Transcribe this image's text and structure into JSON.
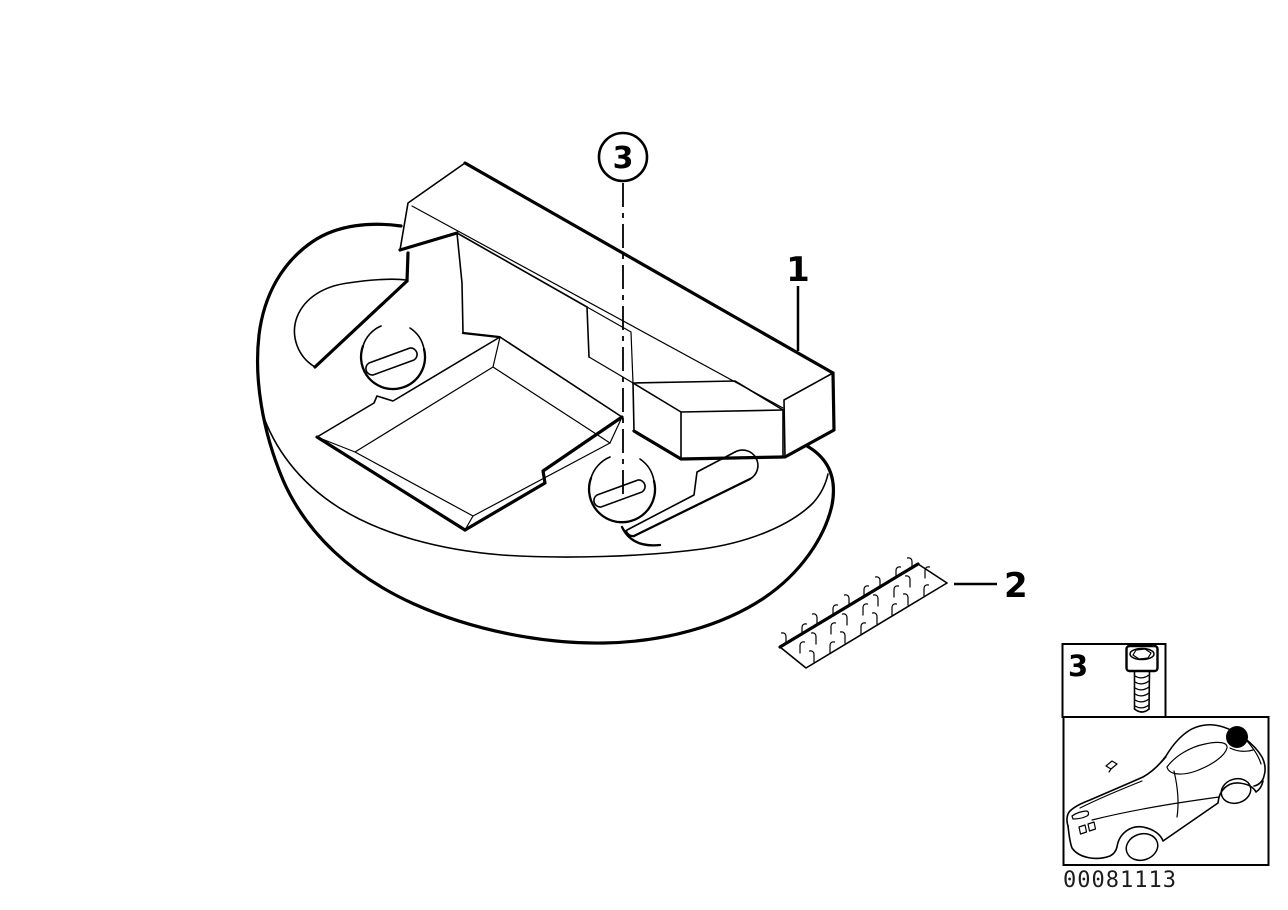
{
  "colors": {
    "background": "#ffffff",
    "line": "#000000",
    "location_marker": "#000000"
  },
  "callouts": {
    "part1": "1",
    "part2": "2",
    "part3": "3"
  },
  "inset": {
    "screw_label": "3"
  },
  "doc_number": "00081113"
}
